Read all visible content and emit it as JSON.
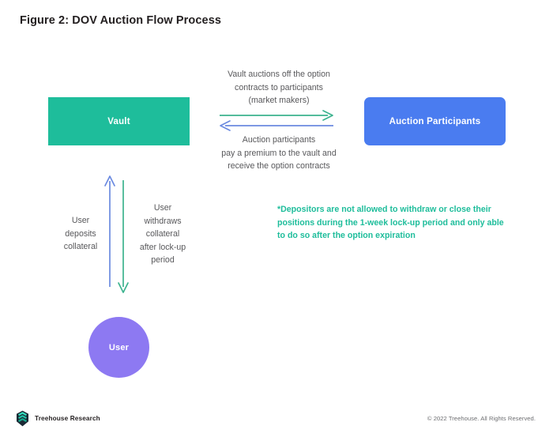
{
  "figure": {
    "title": "Figure 2: DOV Auction Flow Process"
  },
  "nodes": {
    "vault": {
      "label": "Vault",
      "color": "#1ebd9b"
    },
    "participants": {
      "label": "Auction Participants",
      "color": "#4a7cf0"
    },
    "user": {
      "label": "User",
      "color": "#8d79f2"
    }
  },
  "flows": {
    "vault_to_participants": {
      "caption": "Vault auctions off the option\ncontracts to participants\n(market makers)",
      "arrow": "arrow-right",
      "color": "#3cb28e"
    },
    "participants_to_vault": {
      "caption": "Auction participants\npay a premium to the vault and\nreceive the option contracts",
      "arrow": "arrow-left",
      "color": "#6b8ae0"
    },
    "user_deposits": {
      "caption": "User\ndeposits\ncollateral",
      "arrow": "arrow-up",
      "color": "#6b8ae0"
    },
    "user_withdraws": {
      "caption": "User\nwithdraws\ncollateral\nafter lock-up\nperiod",
      "arrow": "arrow-down",
      "color": "#3cb28e"
    }
  },
  "footnote": {
    "text": "*Depositors are not allowed to withdraw or close their\npositions during the 1-week lock-up period and only able\nto do so after the option expiration",
    "color": "#1ebd9b"
  },
  "footer": {
    "brand": "Treehouse Research",
    "logo_icon": "treehouse-hexagon-logo",
    "copyright": "© 2022 Treehouse. All Rights Reserved."
  }
}
